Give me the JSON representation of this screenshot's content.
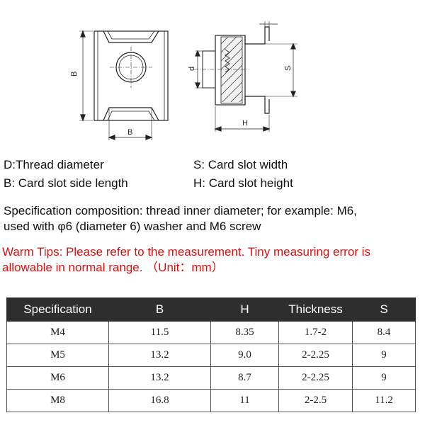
{
  "drawing": {
    "left_view_labels": {
      "height_label": "B",
      "width_label": "B"
    },
    "right_view_labels": {
      "d_label": "d",
      "s_label": "S",
      "h_label": "H"
    }
  },
  "legend": {
    "d_text": "D:Thread diameter",
    "s_text": "S: Card slot width",
    "b_text": "B: Card slot side length",
    "h_text": "H: Card slot height"
  },
  "note": {
    "line1": "Specification composition: thread inner diameter; for example: M6,",
    "line2": "used with φ6 (diameter 6) washer and M6 screw"
  },
  "warning": {
    "line1": "Warm Tips: Please refer to the measurement. Tiny measuring error is",
    "line2": "allowable in normal range.  （Unit：mm）",
    "color": "#d21414"
  },
  "table": {
    "header_color": "#2e2e2e",
    "headers": [
      "Specification",
      "B",
      "H",
      "Thickness",
      "S"
    ],
    "rows": [
      [
        "M4",
        "11.5",
        "8.35",
        "1.7-2",
        "8.4"
      ],
      [
        "M5",
        "13.2",
        "9.0",
        "2-2.25",
        "9"
      ],
      [
        "M6",
        "13.2",
        "8.7",
        "2-2.25",
        "9"
      ],
      [
        "M8",
        "16.8",
        "11",
        "2-2.5",
        "11.2"
      ]
    ]
  }
}
